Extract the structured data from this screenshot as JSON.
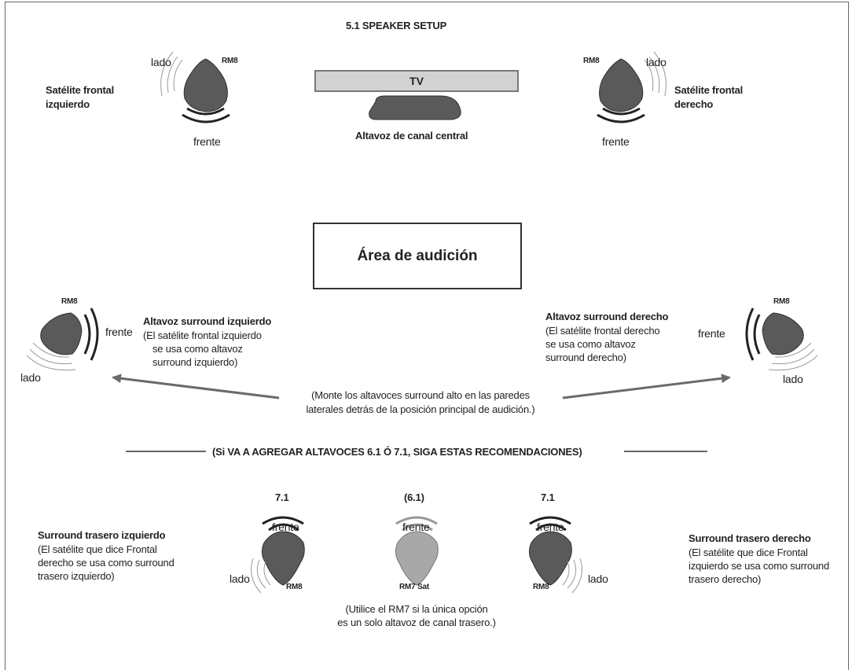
{
  "title": "5.1 SPEAKER SETUP",
  "tv_label": "TV",
  "center_label": "Altavoz de canal central",
  "listening_area": "Área de audición",
  "front_left": {
    "name_line1": "Satélite frontal",
    "name_line2": "izquierdo",
    "model": "RM8",
    "side": "lado",
    "front": "frente"
  },
  "front_right": {
    "name_line1": "Satélite frontal",
    "name_line2": "derecho",
    "model": "RM8",
    "side": "lado",
    "front": "frente"
  },
  "surround_left": {
    "model": "RM8",
    "front": "frente",
    "side": "lado",
    "title": "Altavoz surround izquierdo",
    "desc": [
      "(El satélite frontal izquierdo",
      "se usa como altavoz",
      "surround izquierdo)"
    ]
  },
  "surround_right": {
    "model": "RM8",
    "front": "frente",
    "side": "lado",
    "title": "Altavoz surround derecho",
    "desc": [
      "(El satélite frontal derecho",
      "se usa como altavoz",
      "surround derecho)"
    ]
  },
  "mount_note": [
    "(Monte los altavoces surround alto en las paredes",
    "laterales detrás de la posición principal de audición.)"
  ],
  "divider_text": "(Si VA A AGREGAR ALTAVOCES 6.1 Ó 7.1, SIGA ESTAS RECOMENDACIONES)",
  "rear": {
    "left_config": "7.1",
    "center_config": "(6.1)",
    "right_config": "7.1",
    "left_front": "frente",
    "center_front": "frente",
    "right_front": "frente",
    "left_side": "lado",
    "right_side": "lado",
    "left_model": "RM8",
    "center_model": "RM7 Sat",
    "right_model": "RM8",
    "left_title": "Surround trasero izquierdo",
    "left_desc": [
      "(El satélite que dice Frontal",
      "derecho se usa como surround",
      "trasero izquierdo)"
    ],
    "right_title": "Surround trasero derecho",
    "right_desc": [
      "(El satélite que dice Frontal",
      "izquierdo se usa como surround",
      "trasero derecho)"
    ],
    "center_note": [
      "(Utilice el RM7 si la única opción",
      "es un solo altavoz de canal trasero.)"
    ]
  },
  "colors": {
    "speaker_dark": "#5a5a5a",
    "speaker_light": "#a8a8a8",
    "arrow": "#6a6a6a"
  }
}
